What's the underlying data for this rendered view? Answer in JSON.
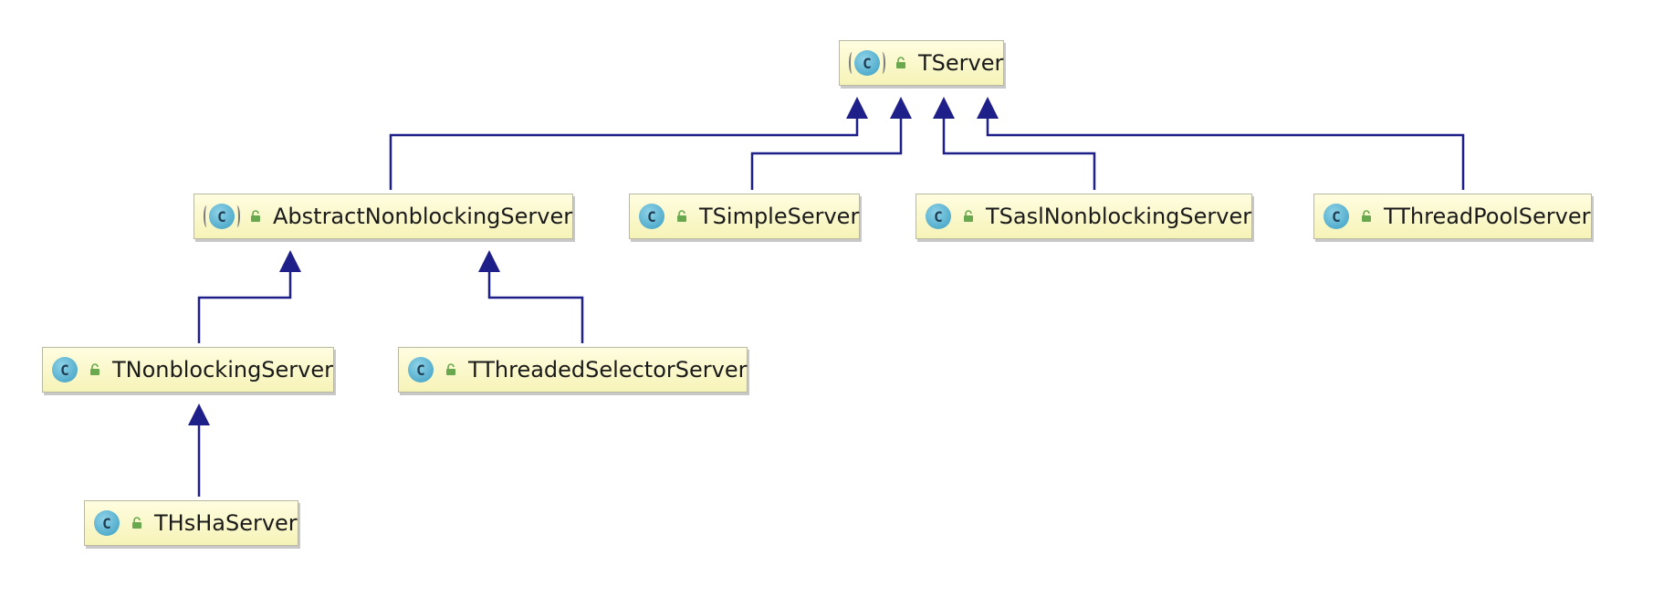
{
  "colors": {
    "edge": "#1f1f8a",
    "node_fill_top": "#fffde0",
    "node_fill_bottom": "#f6f3b8",
    "class_icon": "#3a9dc1",
    "lock_icon": "#6aa84f"
  },
  "icons": {
    "class_glyph": "C",
    "class_icon_name": "class-icon",
    "visibility_icon_name": "public-lock-icon"
  },
  "nodes": {
    "tserver": {
      "label": "TServer",
      "abstract": true
    },
    "abstract_nonblocking": {
      "label": "AbstractNonblockingServer",
      "abstract": true
    },
    "tsimple": {
      "label": "TSimpleServer",
      "abstract": false
    },
    "tsasl": {
      "label": "TSaslNonblockingServer",
      "abstract": false
    },
    "tthreadpool": {
      "label": "TThreadPoolServer",
      "abstract": false
    },
    "tnonblocking": {
      "label": "TNonblockingServer",
      "abstract": false
    },
    "tthreadedselector": {
      "label": "TThreadedSelectorServer",
      "abstract": false
    },
    "thsha": {
      "label": "THsHaServer",
      "abstract": false
    }
  },
  "edges": [
    {
      "from": "abstract_nonblocking",
      "to": "tserver",
      "type": "extends"
    },
    {
      "from": "tsimple",
      "to": "tserver",
      "type": "extends"
    },
    {
      "from": "tsasl",
      "to": "tserver",
      "type": "extends"
    },
    {
      "from": "tthreadpool",
      "to": "tserver",
      "type": "extends"
    },
    {
      "from": "tnonblocking",
      "to": "abstract_nonblocking",
      "type": "extends"
    },
    {
      "from": "tthreadedselector",
      "to": "abstract_nonblocking",
      "type": "extends"
    },
    {
      "from": "thsha",
      "to": "tnonblocking",
      "type": "extends"
    }
  ]
}
